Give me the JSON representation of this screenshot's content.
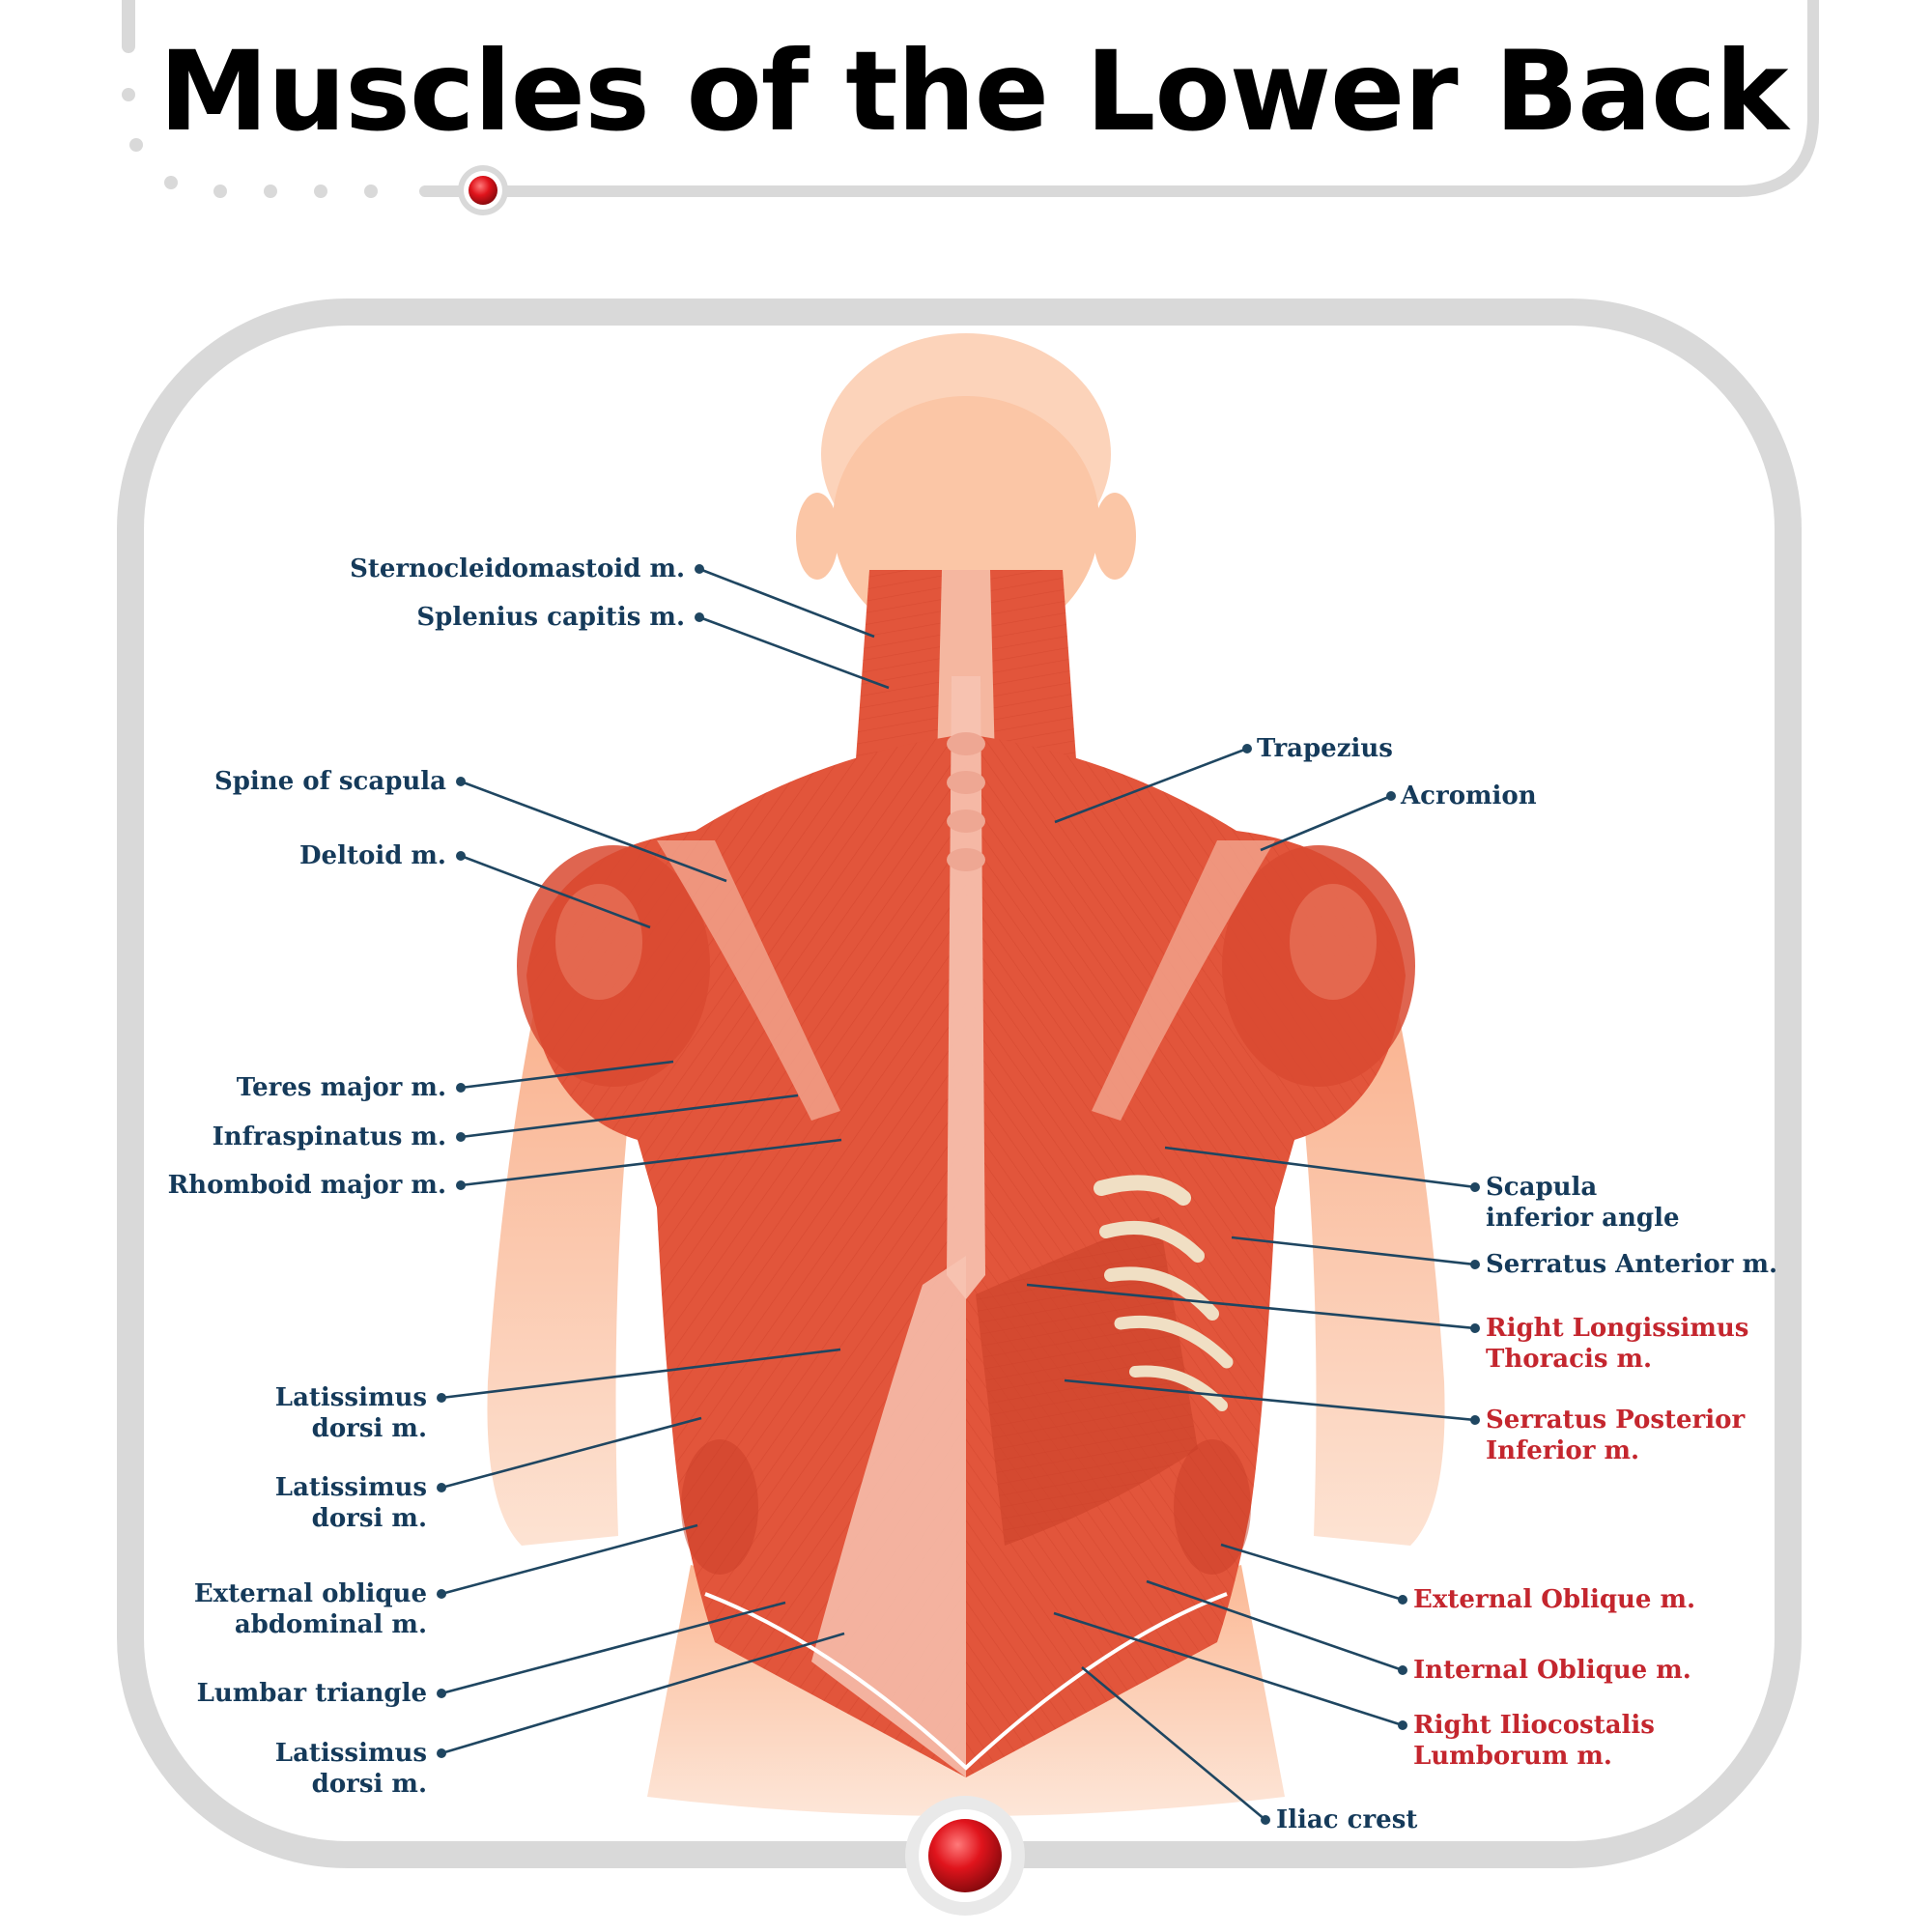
{
  "title": "Muscles of the Lower Back",
  "colors": {
    "label_blue": "#153a5a",
    "label_red": "#c4262e",
    "leader_line": "#1f4661",
    "frame_gray": "#d9d9d9",
    "muscle_red": "#e2553b",
    "skin": "#fbc6a6",
    "bone": "#f0dfc4",
    "accent_dot": "#e0141c"
  },
  "labels_left": [
    {
      "lines": [
        "Sternocleidomastoid m."
      ]
    },
    {
      "lines": [
        "Splenius capitis m."
      ]
    },
    {
      "lines": [
        "Spine of scapula"
      ]
    },
    {
      "lines": [
        "Deltoid m."
      ]
    },
    {
      "lines": [
        "Teres major m."
      ]
    },
    {
      "lines": [
        "Infraspinatus m."
      ]
    },
    {
      "lines": [
        "Rhomboid major m."
      ]
    },
    {
      "lines": [
        "Latissimus",
        "dorsi m."
      ]
    },
    {
      "lines": [
        "Latissimus",
        "dorsi m."
      ]
    },
    {
      "lines": [
        "External oblique",
        "abdominal m."
      ]
    },
    {
      "lines": [
        "Lumbar triangle"
      ]
    },
    {
      "lines": [
        "Latissimus",
        "dorsi m."
      ]
    }
  ],
  "labels_right": [
    {
      "lines": [
        "Trapezius"
      ],
      "highlight": false
    },
    {
      "lines": [
        "Acromion"
      ],
      "highlight": false
    },
    {
      "lines": [
        "Scapula",
        "inferior angle"
      ],
      "highlight": false
    },
    {
      "lines": [
        "Serratus Anterior m."
      ],
      "highlight": false
    },
    {
      "lines": [
        "Right Longissimus",
        "Thoracis m."
      ],
      "highlight": true
    },
    {
      "lines": [
        "Serratus Posterior",
        "Inferior m."
      ],
      "highlight": true
    },
    {
      "lines": [
        "External Oblique m."
      ],
      "highlight": true
    },
    {
      "lines": [
        "Internal Oblique m."
      ],
      "highlight": true
    },
    {
      "lines": [
        "Right Iliocostalis",
        "Lumborum m."
      ],
      "highlight": true
    },
    {
      "lines": [
        "Iliac crest"
      ],
      "highlight": false
    }
  ]
}
